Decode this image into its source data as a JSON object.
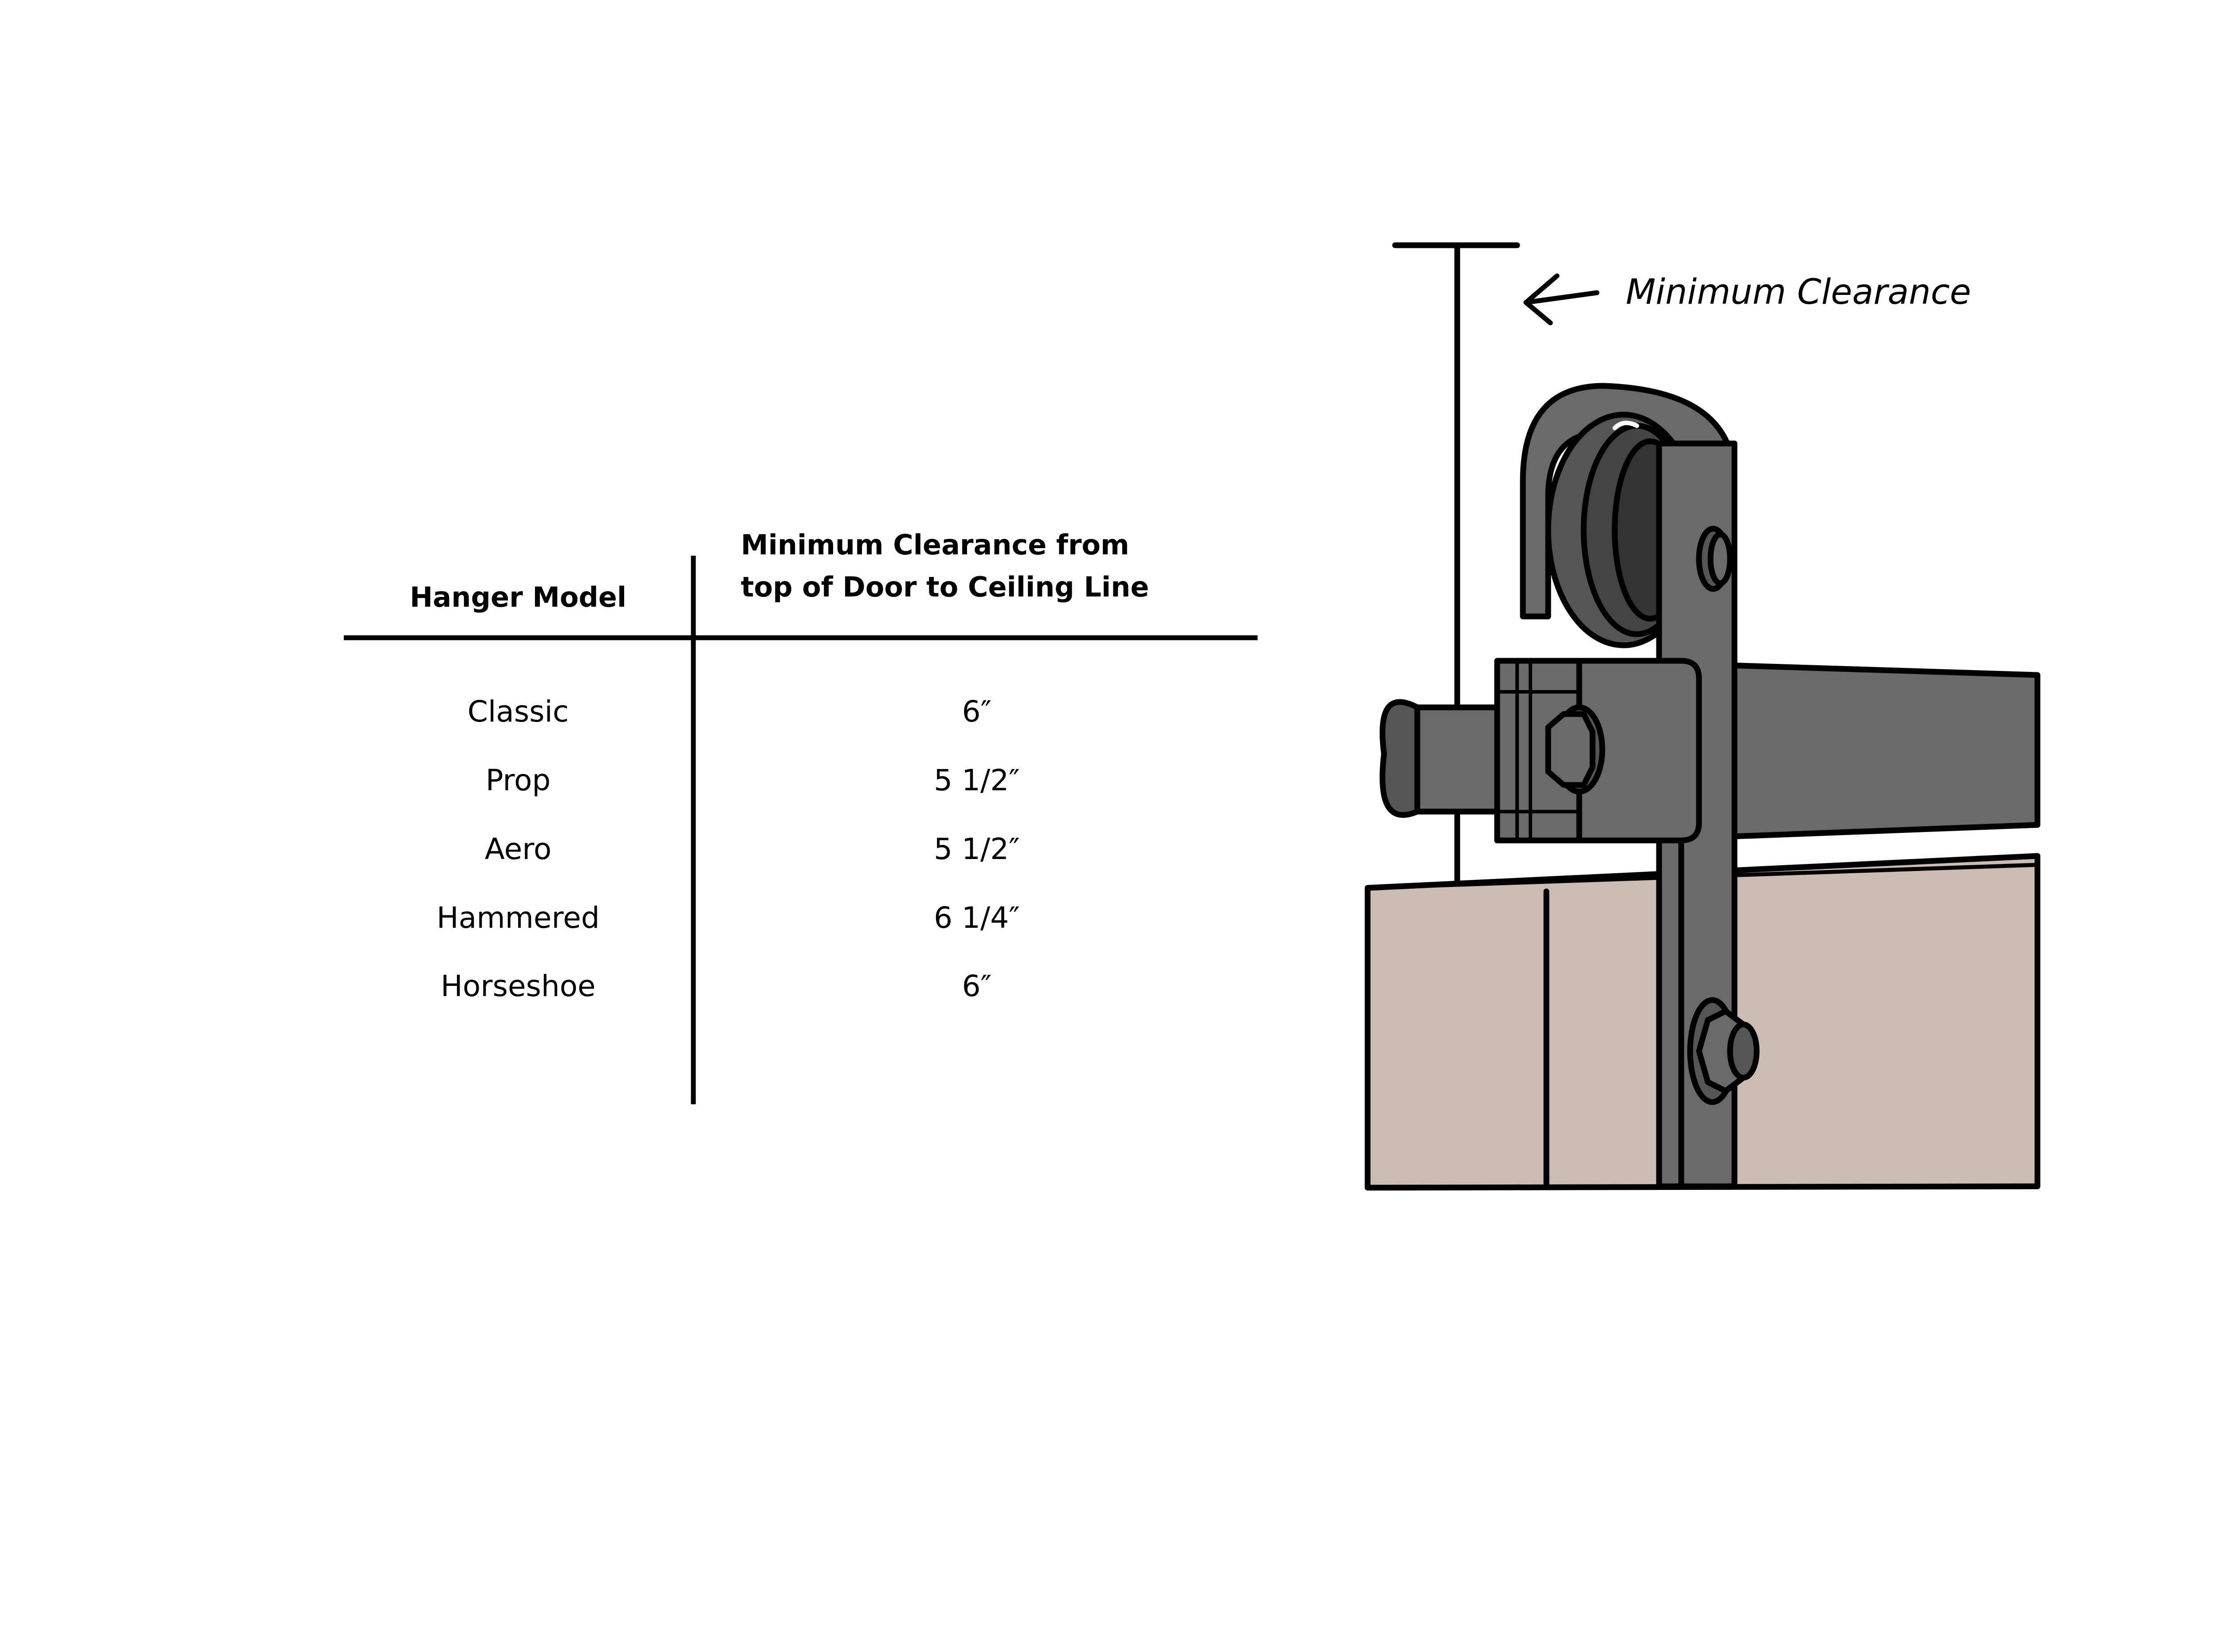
{
  "table": {
    "col_model_header": "Hanger Model",
    "col_clearance_header_line1": "Minimum Clearance from",
    "col_clearance_header_line2": "top of Door to Ceiling Line",
    "rows": [
      {
        "model": "Classic",
        "clearance": "6″"
      },
      {
        "model": "Prop",
        "clearance": "5 1/2″"
      },
      {
        "model": "Aero",
        "clearance": "5 1/2″"
      },
      {
        "model": "Hammered",
        "clearance": "6 1/4″"
      },
      {
        "model": "Horseshoe",
        "clearance": "6″"
      }
    ]
  },
  "illustration": {
    "annotation": "Minimum Clearance"
  },
  "colors": {
    "ink": "#000000",
    "hardware_dark": "#6a6a6a",
    "hardware_shadow": "#333333",
    "door": "#cbbdb4",
    "background": "#ffffff"
  }
}
